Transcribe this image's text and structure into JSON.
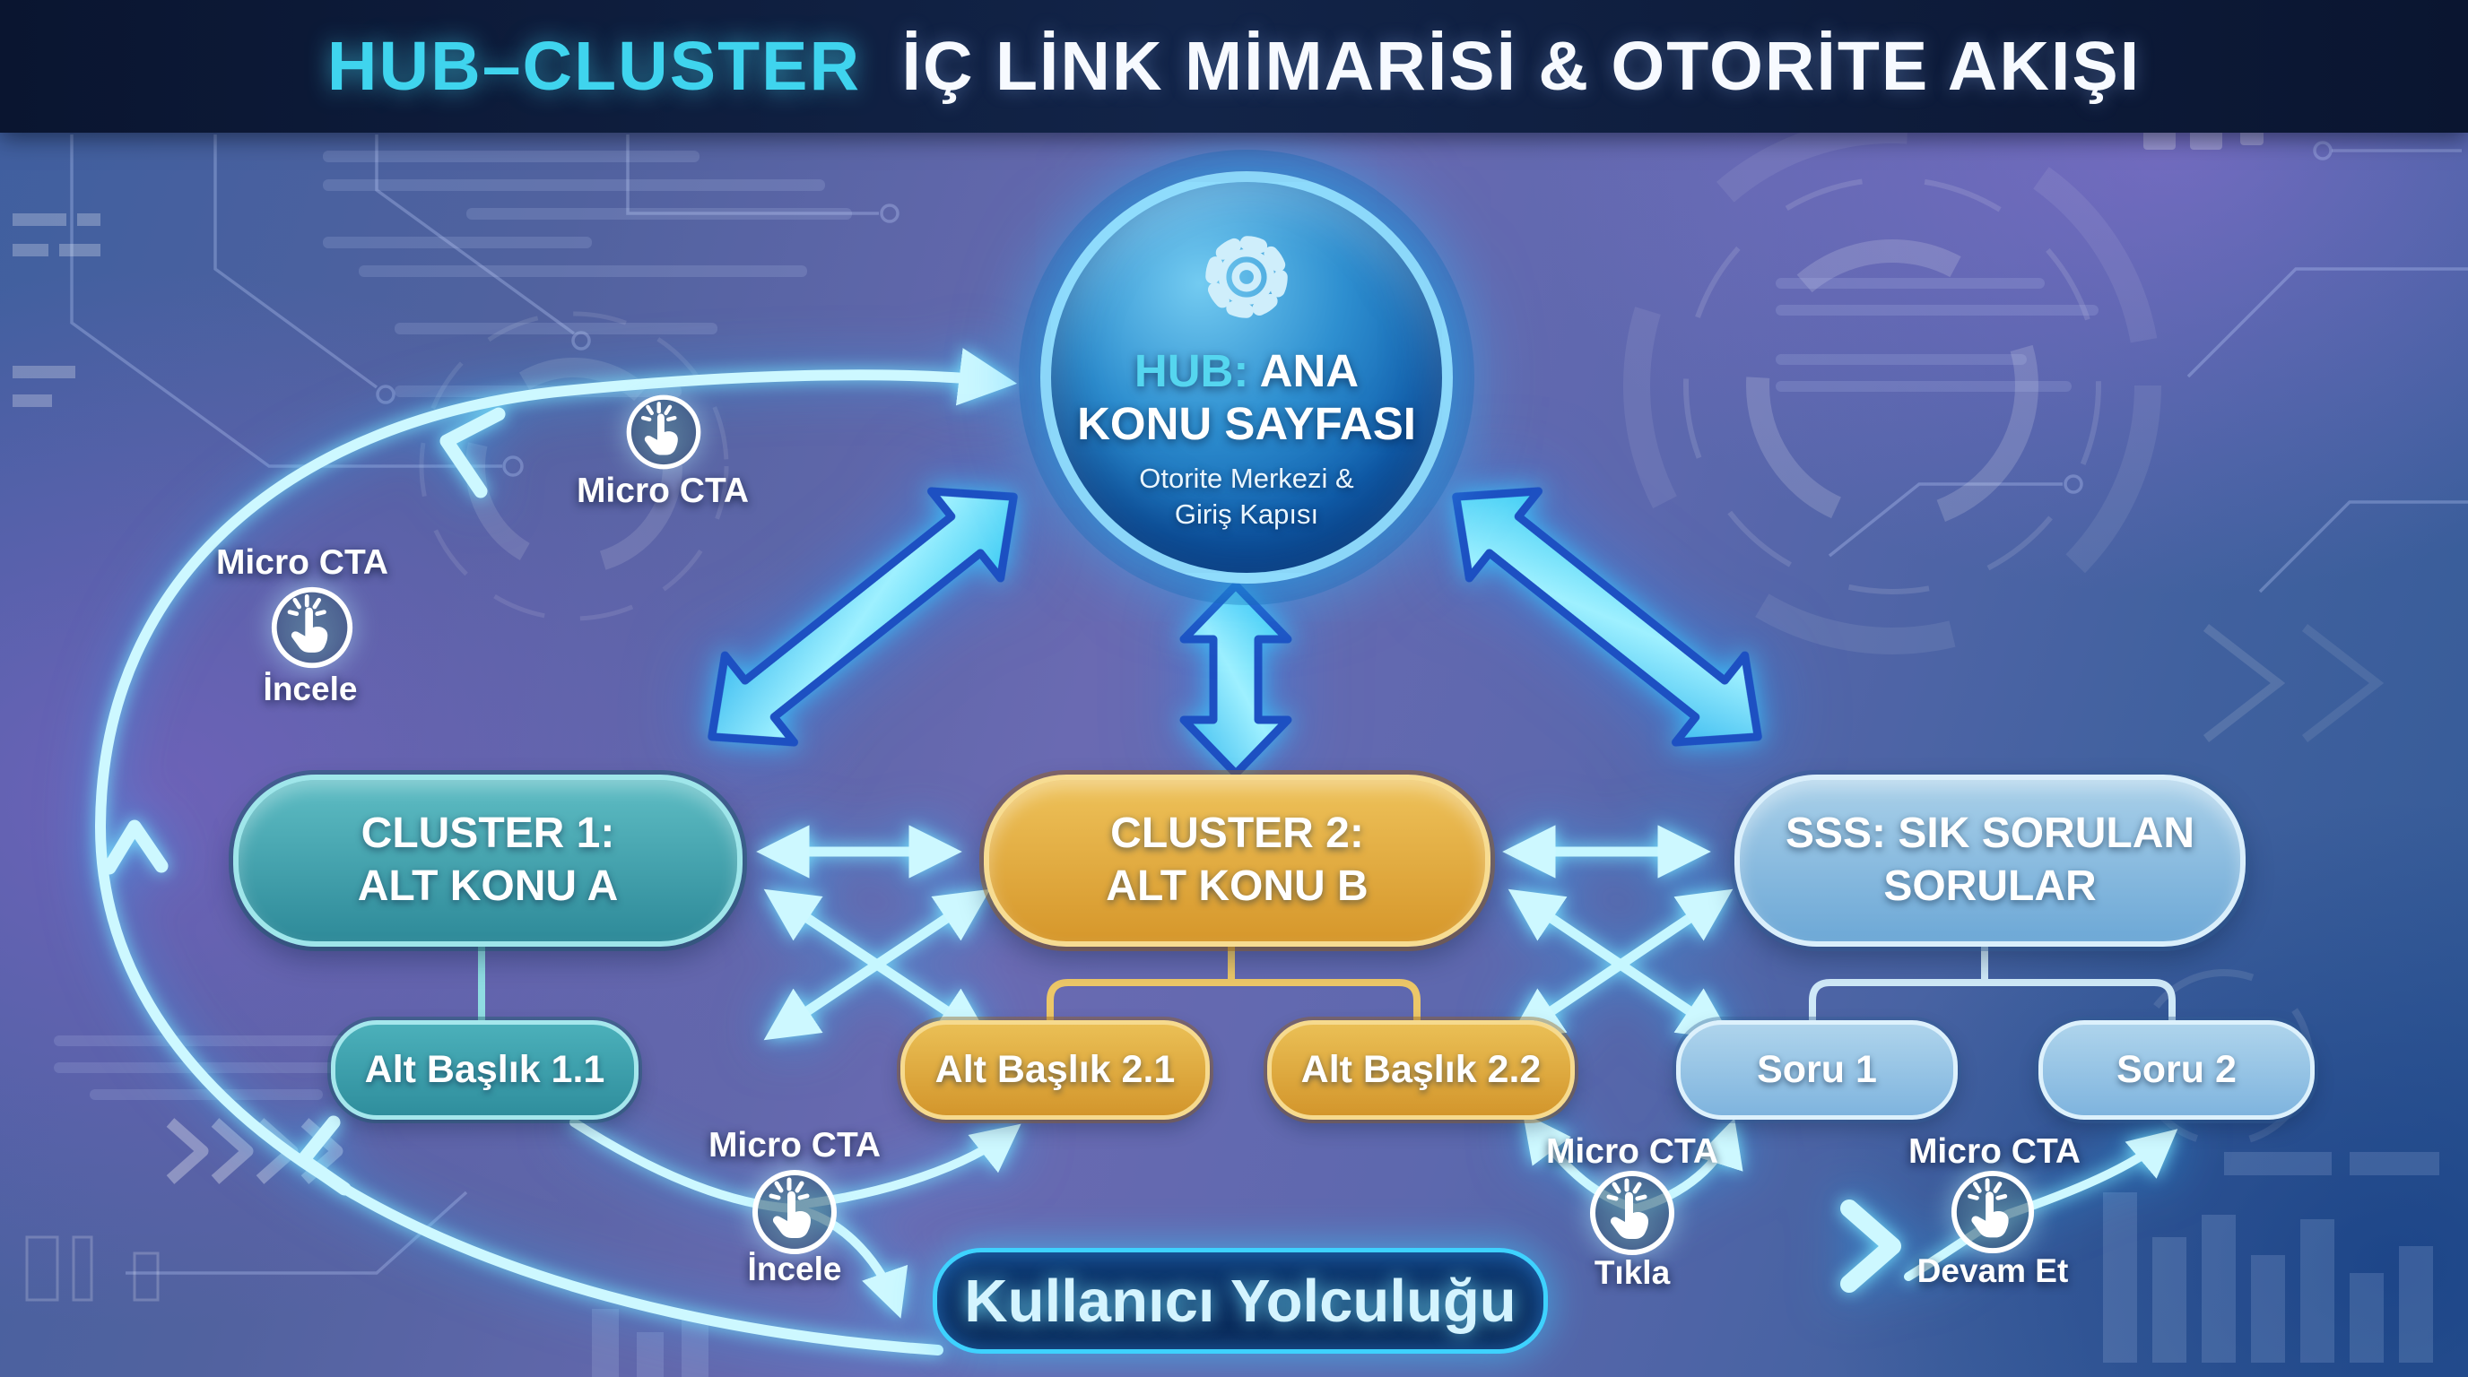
{
  "title": {
    "highlight": "HUB–CLUSTER",
    "rest": "İÇ LİNK MİMARİSİ & OTORİTE AKIŞI"
  },
  "hub": {
    "icon": "gear-icon",
    "prefix": "HUB:",
    "name_line1": "ANA",
    "name_line2": "KONU SAYFASI",
    "subtitle_line1": "Otorite Merkezi &",
    "subtitle_line2": "Giriş Kapısı"
  },
  "clusters": [
    {
      "line1": "CLUSTER 1:",
      "line2": "ALT KONU A",
      "accent": "#3798a6",
      "children": [
        {
          "label": "Alt Başlık 1.1"
        }
      ]
    },
    {
      "line1": "CLUSTER 2:",
      "line2": "ALT KONU B",
      "accent": "#dd9f31",
      "children": [
        {
          "label": "Alt Başlık 2.1"
        },
        {
          "label": "Alt Başlık 2.2"
        }
      ]
    },
    {
      "line1": "SSS: SIK SORULAN",
      "line2": "SORULAR",
      "accent": "#8fc3e4",
      "children": [
        {
          "label": "Soru 1"
        },
        {
          "label": "Soru 2"
        }
      ]
    }
  ],
  "micro_ctas": [
    {
      "label": "Micro CTA",
      "icon": "tap-click-icon"
    },
    {
      "label": "Micro CTA",
      "icon": "tap-click-icon",
      "action": "İncele"
    },
    {
      "label": "Micro CTA",
      "icon": "tap-click-icon",
      "action": "İncele"
    },
    {
      "label": "Micro CTA",
      "icon": "tap-click-icon",
      "action": "Tıkla"
    },
    {
      "label": "Micro CTA",
      "icon": "tap-click-icon",
      "action": "Devam Et"
    }
  ],
  "journey_label": "Kullanıcı Yolculuğu",
  "colors": {
    "accent_cyan": "#45d8f0",
    "arrow_cyan": "#cdf8ff",
    "arrow_outline_blue": "#1d50c2",
    "hub_blue": "#1263b2",
    "teal": "#3798a6",
    "gold": "#dd9f31",
    "light_blue": "#8fc3e4",
    "title_bar_navy": "#0c1836",
    "journey_navy": "#0b2d61"
  }
}
